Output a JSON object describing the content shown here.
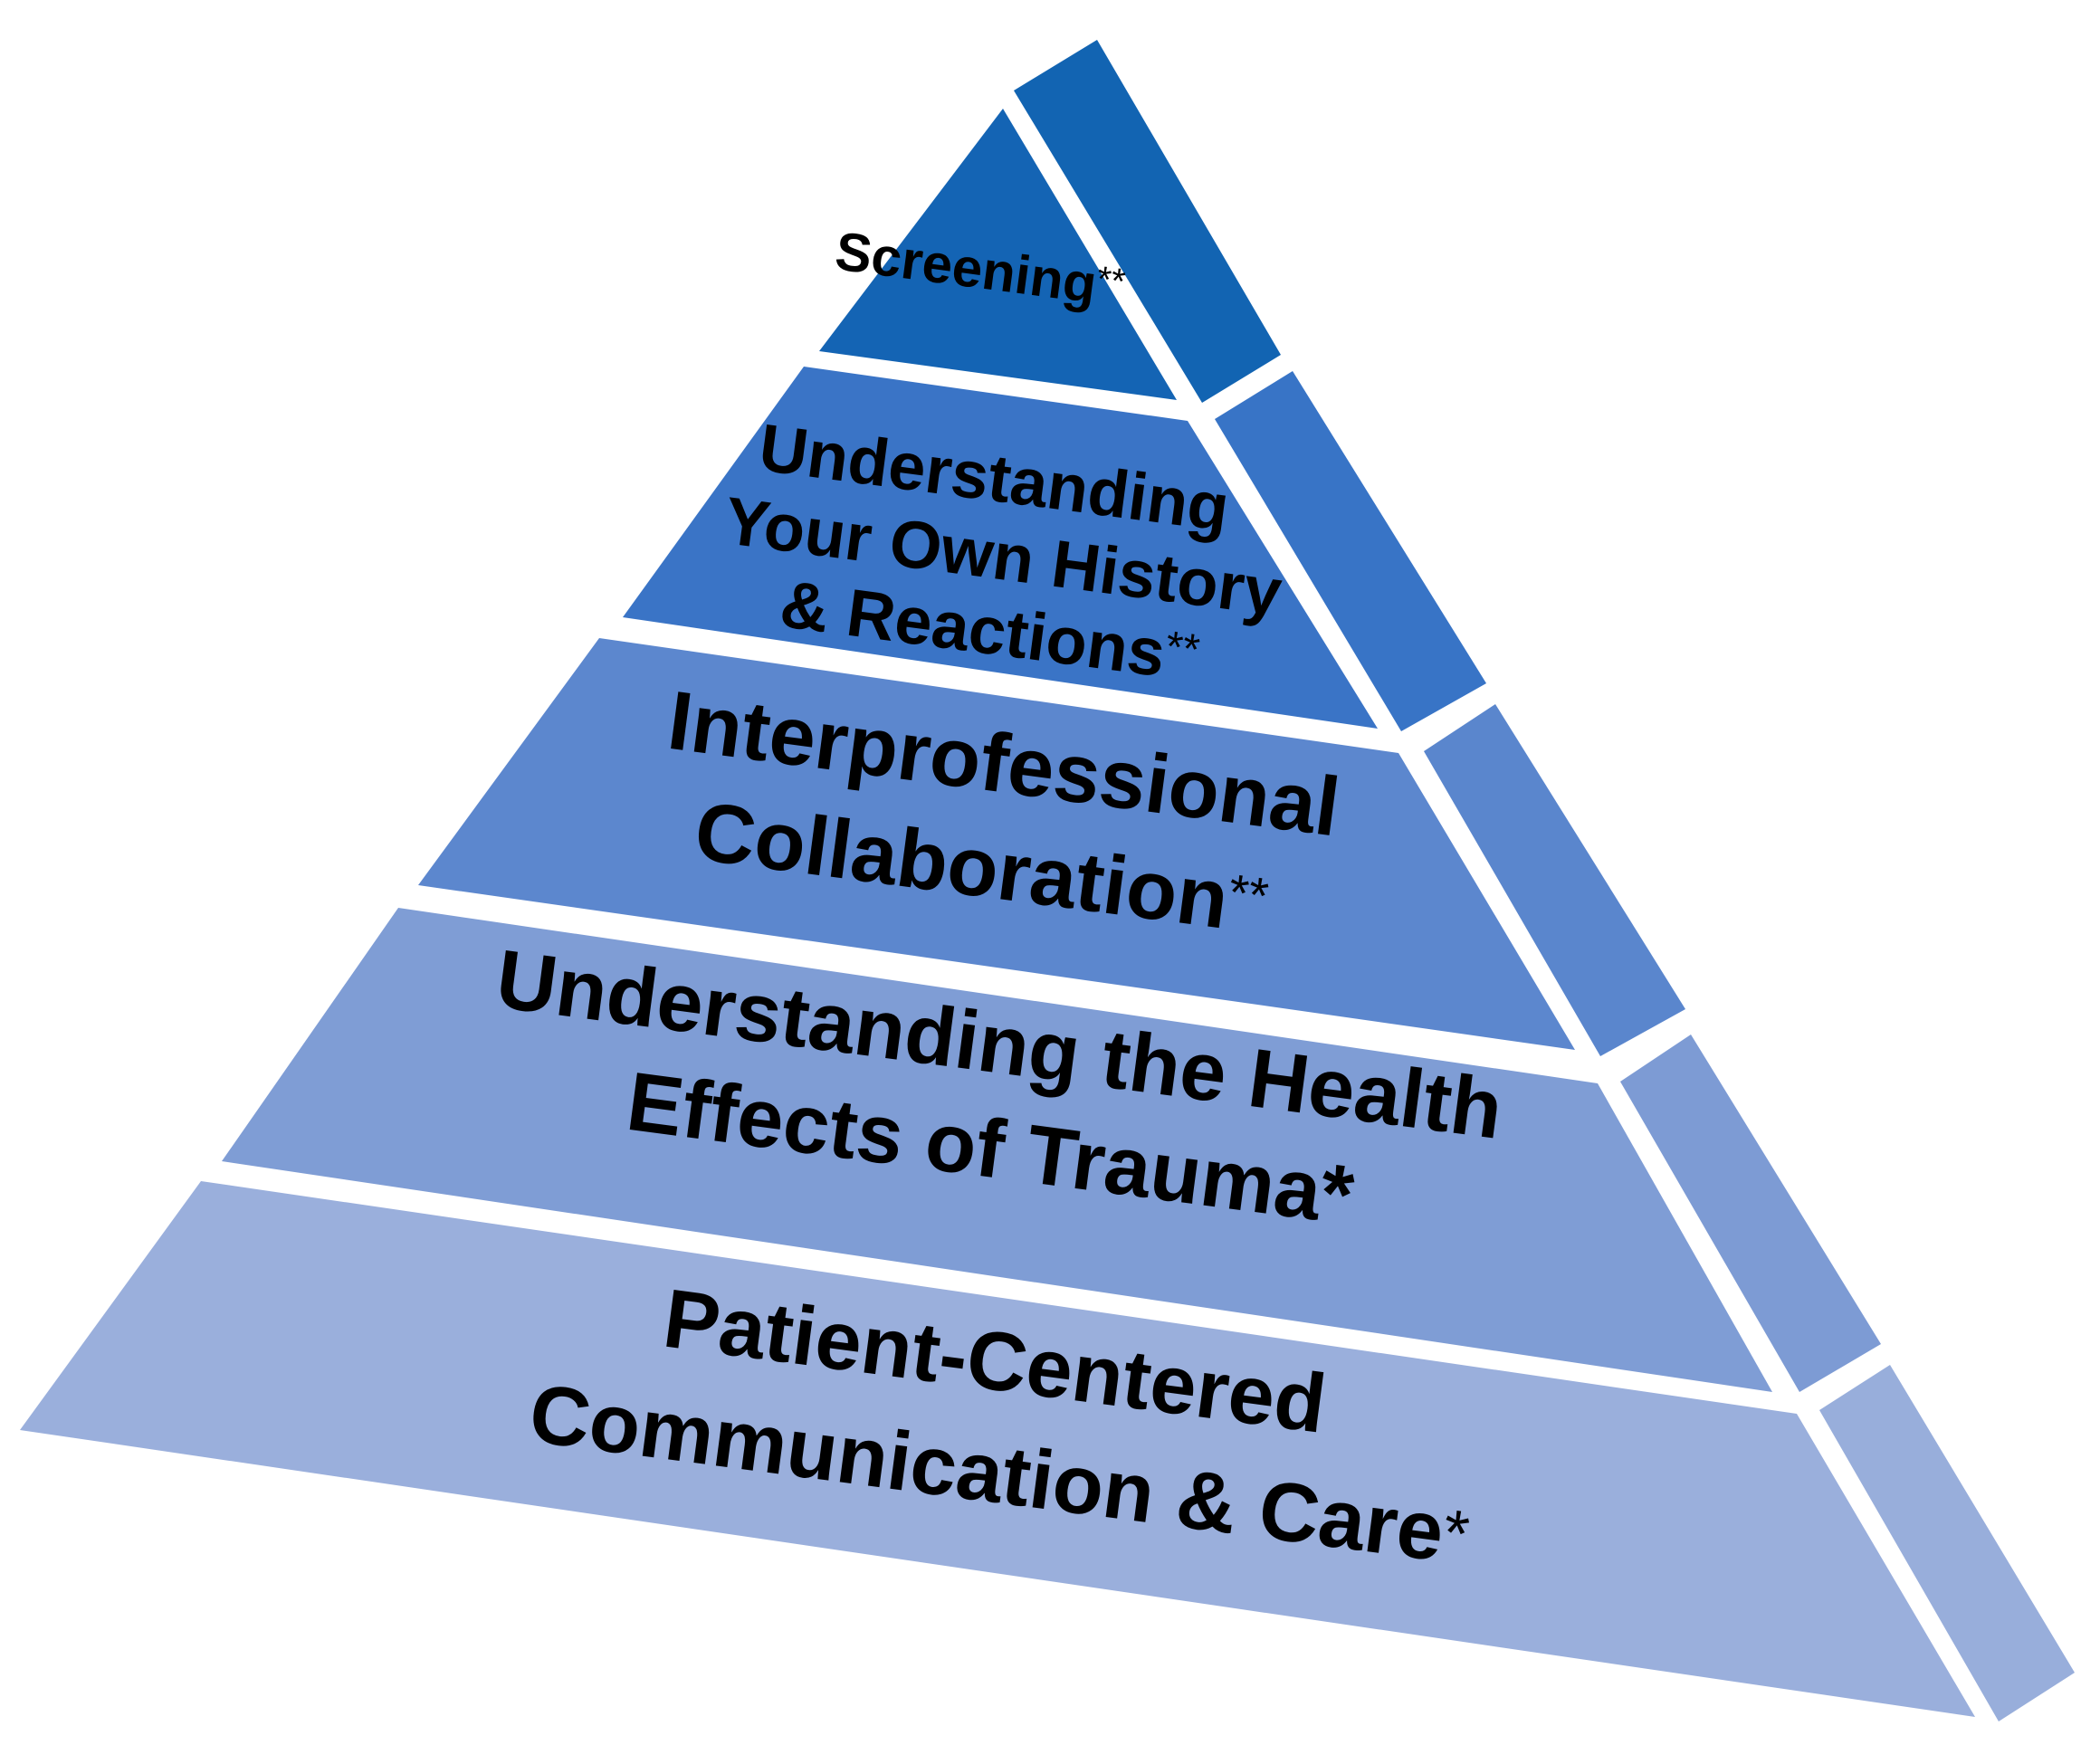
{
  "pyramid": {
    "tiers": [
      {
        "id": "screening",
        "lines": [
          "Screening"
        ],
        "mark": "**",
        "front_color": "#1464B4",
        "side_color": "#1264B2"
      },
      {
        "id": "own-history",
        "lines": [
          "Understanding",
          "Your Own History",
          "& Reactions"
        ],
        "mark": "**",
        "front_color": "#3A74C6",
        "side_color": "#3874C6"
      },
      {
        "id": "interprofessional",
        "lines": [
          "Interprofessional",
          "Collaboration"
        ],
        "mark": "**",
        "front_color": "#5C87CE",
        "side_color": "#5A86CD"
      },
      {
        "id": "health-effects",
        "lines": [
          "Understanding the Health",
          "Effects of Trauma"
        ],
        "mark": "*",
        "front_color": "#7F9DD5",
        "side_color": "#7D9BD4"
      },
      {
        "id": "patient-centered",
        "lines": [
          "Patient-Centered",
          "Communication & Care"
        ],
        "mark": "*",
        "front_color": "#9AAFDC",
        "side_color": "#98AEDB"
      }
    ]
  }
}
